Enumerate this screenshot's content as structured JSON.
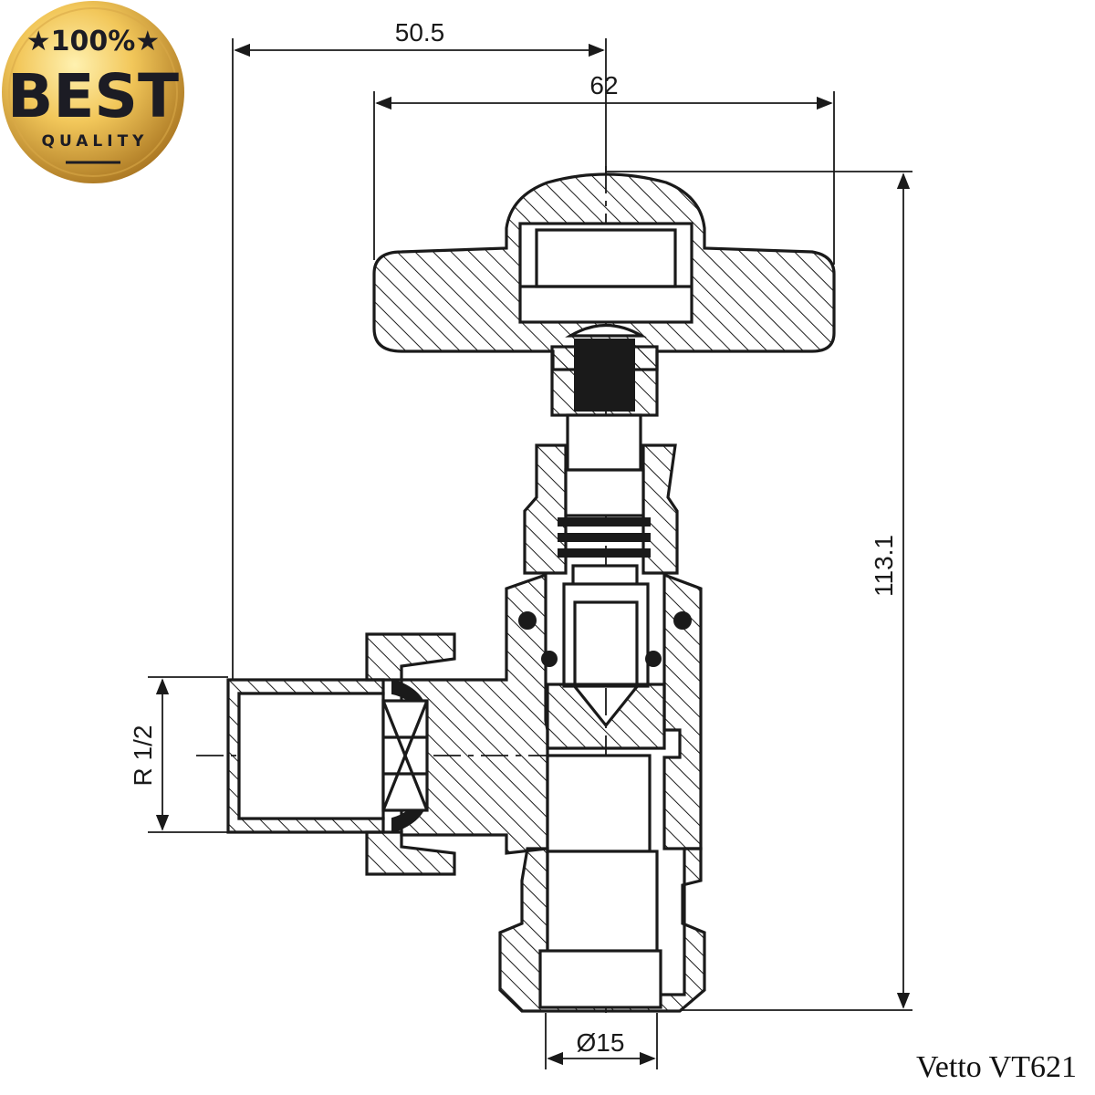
{
  "badge": {
    "top_text": "★100%★",
    "main_text": "BEST",
    "sub_text": "QUALITY",
    "gold_light": "#f7d774",
    "gold_dark": "#b8862c",
    "text_color": "#1c1c24"
  },
  "dimensions": {
    "offset_width": "50.5",
    "handle_width": "62",
    "overall_height": "113.1",
    "inlet_thread": "R 1/2",
    "outlet_diameter": "Ø15"
  },
  "model_label": "Vetto VT621",
  "colors": {
    "line": "#1a1a1a",
    "background": "#ffffff"
  }
}
